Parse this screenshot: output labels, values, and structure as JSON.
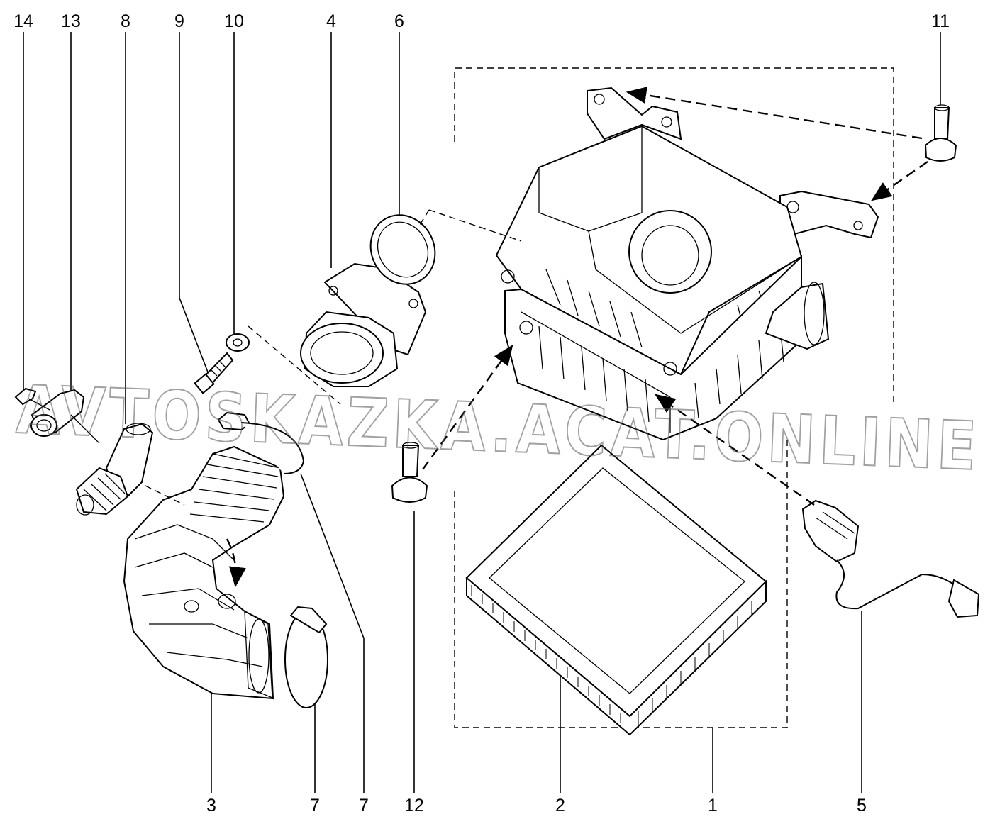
{
  "diagram": {
    "watermark": "AVTOSKAZKA.ACAT.ONLINE",
    "callouts": {
      "c14": "14",
      "c13": "13",
      "c8": "8",
      "c9": "9",
      "c10": "10",
      "c4": "4",
      "c6": "6",
      "c11": "11",
      "c3": "3",
      "c7a": "7",
      "c7b": "7",
      "c12": "12",
      "c2": "2",
      "c1": "1",
      "c5": "5"
    }
  }
}
